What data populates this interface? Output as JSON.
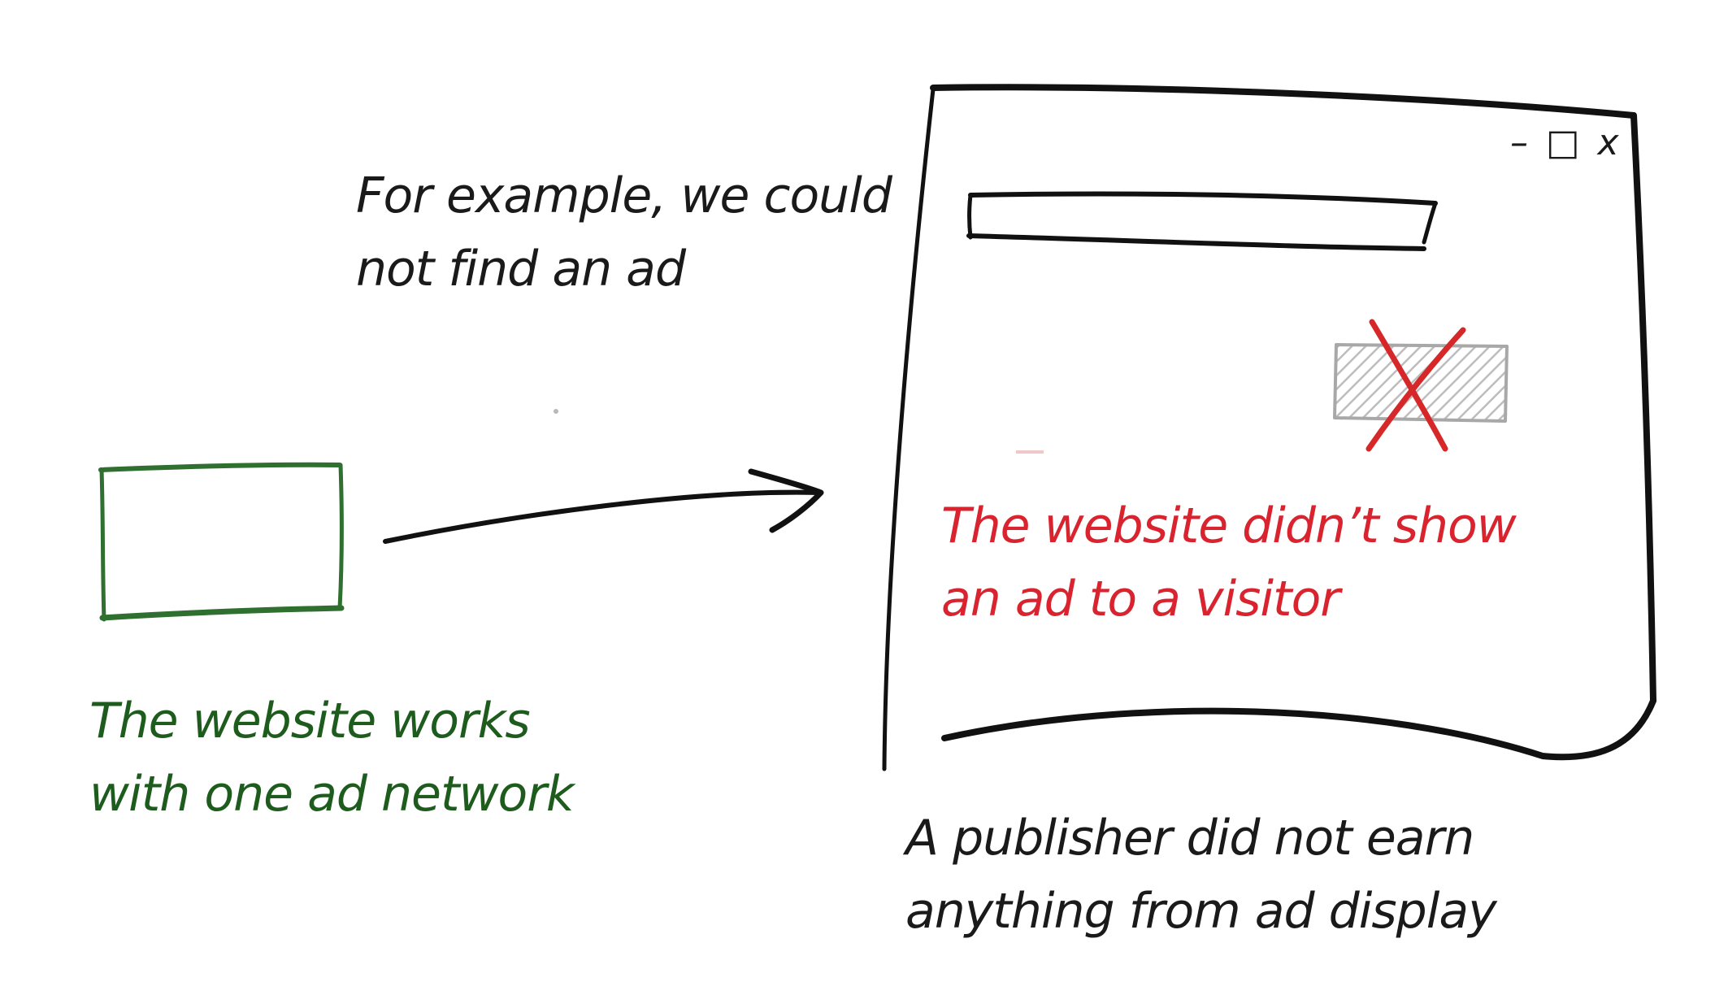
{
  "annotations": {
    "top_note": [
      "For example, we could",
      "not find an ad"
    ],
    "left_note": [
      "The website works",
      "with one ad network"
    ],
    "inside_note": [
      "The website didn’t show",
      "an ad to a visitor"
    ],
    "bottom_note": [
      "A publisher did not earn",
      "anything from ad display"
    ]
  },
  "window": {
    "controls": "– □ x",
    "control_icons": [
      "minimize-icon",
      "maximize-icon",
      "close-icon"
    ]
  },
  "colors": {
    "ink": "#1a1a1a",
    "green": "#1e5c1e",
    "red": "#d9232e",
    "ad_placeholder": "#c4c4c4"
  }
}
